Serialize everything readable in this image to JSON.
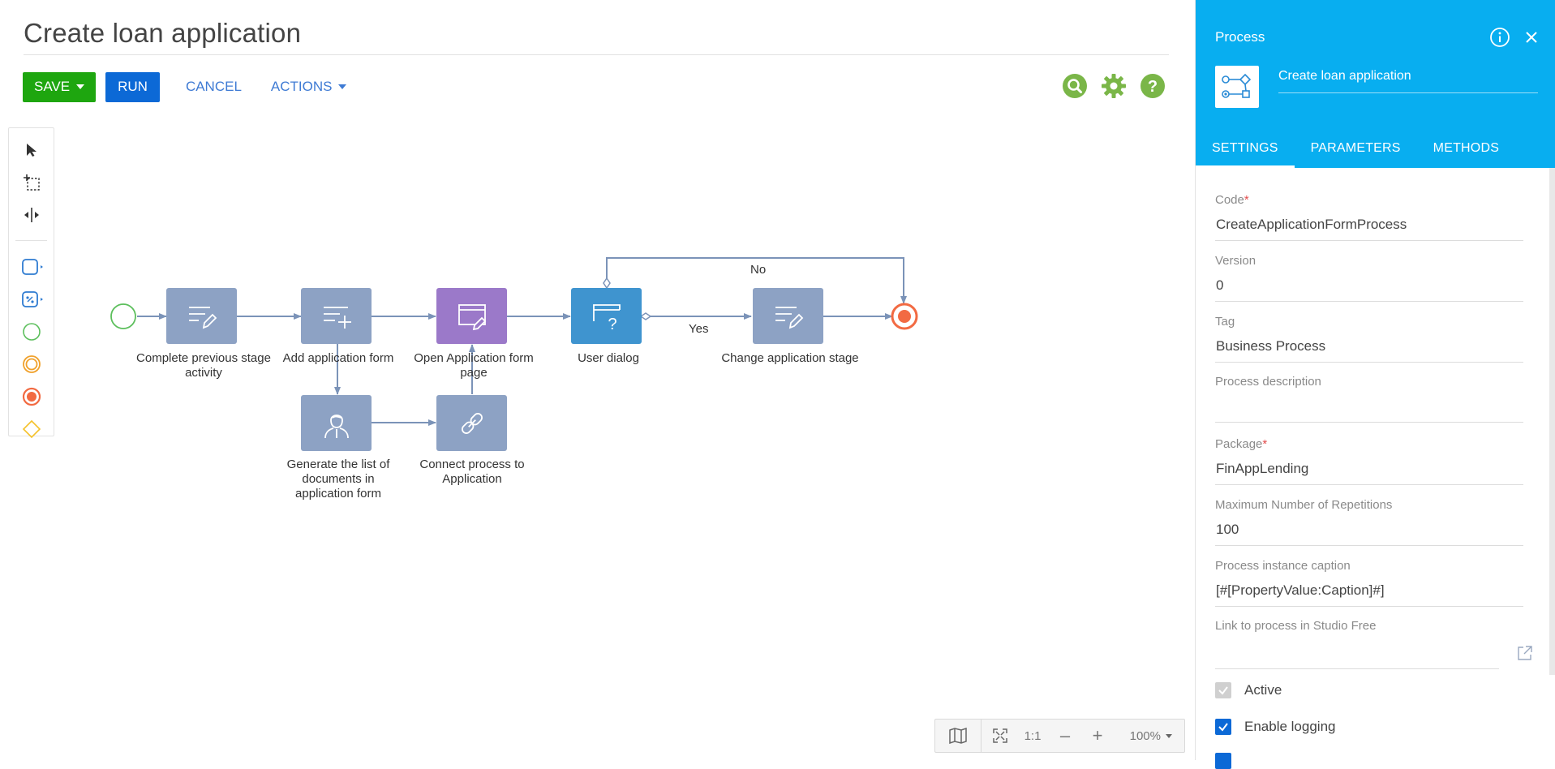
{
  "page": {
    "title": "Create loan application"
  },
  "toolbar": {
    "save_label": "SAVE",
    "run_label": "RUN",
    "cancel_label": "CANCEL",
    "actions_label": "ACTIONS"
  },
  "top_icons": [
    "search-icon",
    "gear-icon",
    "help-icon"
  ],
  "palette": {
    "tools": [
      "pointer-icon",
      "lasso-select-icon",
      "space-tool-icon",
      "task-icon",
      "subprocess-icon",
      "start-event-icon",
      "intermediate-event-icon",
      "end-event-icon",
      "gateway-icon"
    ]
  },
  "diagram": {
    "nodes": {
      "complete_stage": "Complete previous stage activity",
      "add_form": "Add application form",
      "open_page": "Open Application form page",
      "user_dialog": "User dialog",
      "change_stage": "Change application stage",
      "generate_docs": "Generate the list of documents in application form",
      "connect_process": "Connect process to Application"
    },
    "edge_labels": {
      "no": "No",
      "yes": "Yes"
    }
  },
  "zoom": {
    "fit": "1:1",
    "level": "100%"
  },
  "panel": {
    "title": "Process",
    "process_name": "Create loan application",
    "tabs": [
      "SETTINGS",
      "PARAMETERS",
      "METHODS"
    ],
    "active_tab": "SETTINGS",
    "fields": {
      "code": {
        "label": "Code",
        "value": "CreateApplicationFormProcess"
      },
      "version": {
        "label": "Version",
        "value": "0"
      },
      "tag": {
        "label": "Tag",
        "value": "Business Process"
      },
      "description": {
        "label": "Process description",
        "value": ""
      },
      "package": {
        "label": "Package",
        "value": "FinAppLending"
      },
      "max_repetitions": {
        "label": "Maximum Number of Repetitions",
        "value": "100"
      },
      "instance_caption": {
        "label": "Process instance caption",
        "value": "[#[PropertyValue:Caption]#]"
      },
      "studio_link": {
        "label": "Link to process in Studio Free",
        "value": ""
      }
    },
    "checkboxes": {
      "active": {
        "label": "Active",
        "checked": true,
        "disabled": true
      },
      "enable_logging": {
        "label": "Enable logging",
        "checked": true
      }
    }
  },
  "colors": {
    "accent": "#08aef0",
    "save": "#1ea60f",
    "run": "#0c69d6",
    "task": "#8da2c4",
    "task_purple": "#9b79c9",
    "task_dialog": "#3f94cf",
    "start": "#5cbf5c",
    "end": "#f26a42",
    "icons_green": "#7ab648"
  }
}
